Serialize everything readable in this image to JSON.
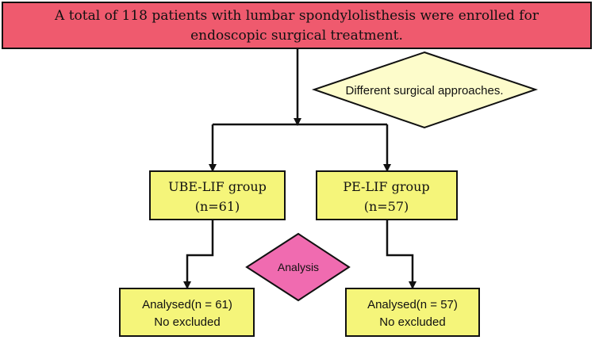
{
  "colors": {
    "start_box": "#ef5a6e",
    "group_box": "#f5f57a",
    "decision_diamond": "#fdfccb",
    "analysis_diamond": "#f06bb0",
    "stroke": "#111111"
  },
  "nodes": {
    "enrollment": {
      "line1": "A total of 118 patients with lumbar spondylolisthesis were enrolled for",
      "line2": "endoscopic surgical treatment."
    },
    "approach_decision": {
      "label": "Different surgical approaches."
    },
    "ube_group": {
      "line1": "UBE-LIF group",
      "line2": "(n=61)"
    },
    "pe_group": {
      "line1": "PE-LIF group",
      "line2": "(n=57)"
    },
    "analysis": {
      "label": "Analysis"
    },
    "ube_analysed": {
      "line1": "Analysed(n = 61)",
      "line2": "No excluded"
    },
    "pe_analysed": {
      "line1": "Analysed(n = 57)",
      "line2": "No excluded"
    }
  }
}
